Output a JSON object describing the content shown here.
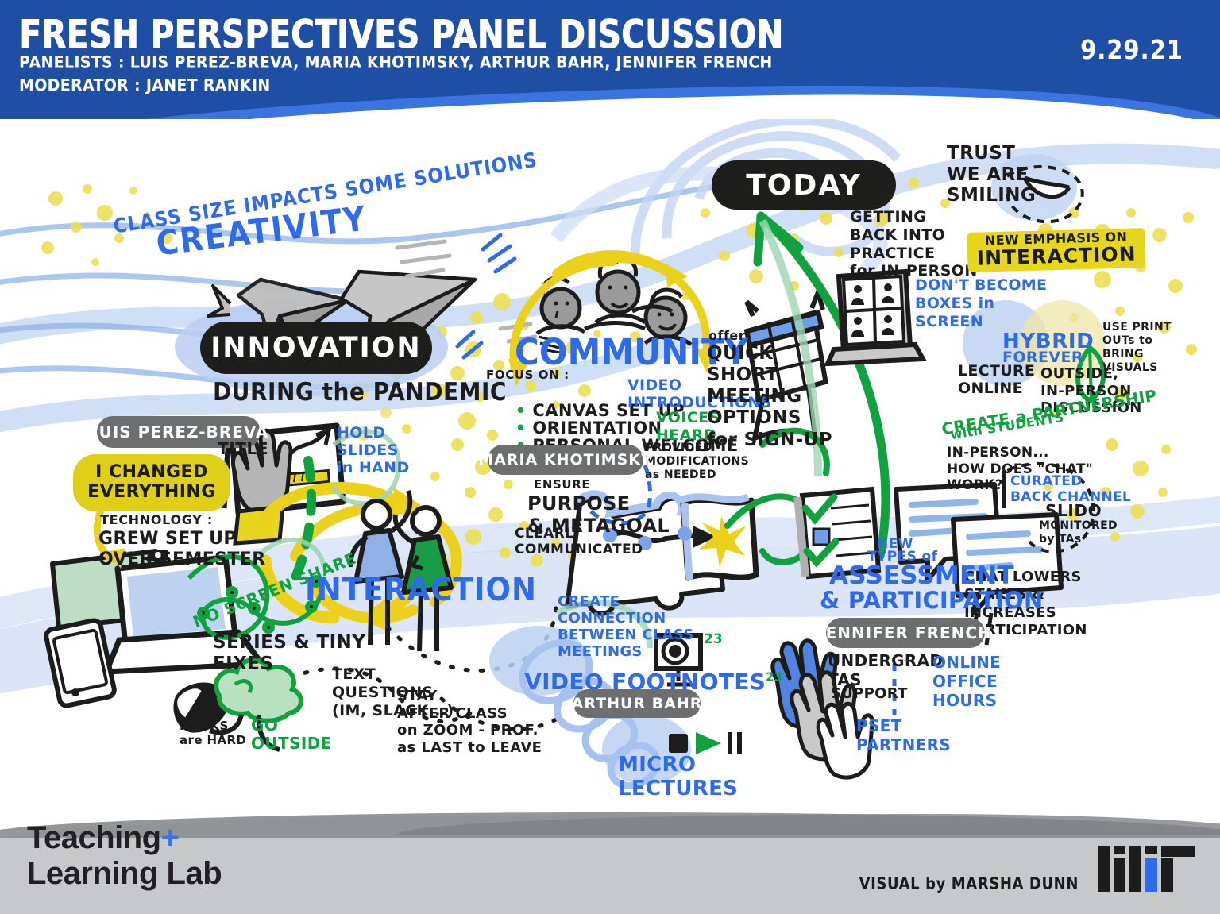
{
  "header": {
    "title": "FRESH PERSPECTIVES PANEL DISCUSSION",
    "panelists_line": "PANELISTS : LUIS PEREZ-BREVA, MARIA KHOTIMSKY, ARTHUR BAHR, JENNIFER FRENCH",
    "moderator_line": "MODERATOR : JANET RANKIN",
    "date": "9.29.21",
    "bg_color": "#1f4fa5",
    "accent_color": "#3a74e0"
  },
  "footer": {
    "lab_line1": "Teaching",
    "lab_plus": "+",
    "lab_line2": "Learning Lab",
    "credit": "VISUAL by MARSHA DUNN",
    "logo": "mit-logo",
    "bg_color": "#c6c8ca",
    "plus_color": "#3a74e0"
  },
  "nodes": {
    "innovation": {
      "label": "INNOVATION",
      "subtitle": "DURING the PANDEMIC"
    },
    "today": {
      "label": "TODAY"
    },
    "creativity": {
      "headline": "CLASS SIZE IMPACTS SOME SOLUTIONS",
      "word": "CREATIVITY"
    },
    "community": {
      "label": "COMMUNITY"
    },
    "interaction": {
      "label": "INTERACTION"
    },
    "assessment": {
      "kicker1": "NEW",
      "kicker2": "TYPES of",
      "line1": "ASSESSMENT",
      "line2": "& PARTICIPATION"
    }
  },
  "speakers": [
    {
      "name": "LUIS PEREZ-BREVA"
    },
    {
      "name": "MARIA KHOTIMSKY"
    },
    {
      "name": "ARTHUR BAHR"
    },
    {
      "name": "JENNIFER FRENCH"
    }
  ],
  "notes": {
    "i_changed_everything": "I CHANGED\nEVERYTHING",
    "technology_label": "TECHNOLOGY :",
    "grew_setup": "GREW SET UP\nOVER SEMESTER",
    "title_label": "TITLE",
    "hold_slides": "HOLD\nSLIDES\nin HAND",
    "no_screen_share": "NO SCREEN SHARE",
    "series_tiny_fixes": "SERIES & TINY\nFIXES",
    "masks_are_hard": "MASKS\nare HARD",
    "go_outside": "GO\nOUTSIDE",
    "text_questions": "TEXT\nQUESTIONS\n(IM, SLACK...)",
    "stay_after_class": "STAY\nAFTER CLASS\non ZOOM - PROF.\nas LAST to LEAVE",
    "focus_on_label": "FOCUS ON :",
    "focus_items": [
      "CANVAS SET UP",
      "ORIENTATION",
      "PERSONAL WELCOME"
    ],
    "video_introductions": "VIDEO\nINTRODUCTIONS",
    "voices_heard": "VOICES\nHEARD",
    "provided_modifications": "PROVIDED\nMODIFICATIONS\nas NEEDED",
    "offer_label": "offer",
    "quick_short_meeting": "QUICK\nSHORT\nMEETING\nOPTIONS\nfor SIGN-UP",
    "ensure_label": "ENSURE",
    "purpose_metagoal": "PURPOSE\n& METAGOAL",
    "clearly_communicated": "CLEARLY\nCOMMUNICATED",
    "create_connection": "CREATE\nCONNECTION\nBETWEEN CLASS\nMEETINGS",
    "video_footnotes": "VIDEO FOOTNOTES",
    "video_footnotes_sup": "23",
    "camera_sup": "23",
    "micro_lectures": "MICRO\nLECTURES",
    "trust_smiling": "TRUST\nWE ARE\nSMILING",
    "getting_back_into_practice": "GETTING\nBACK INTO\nPRACTICE\nfor IN-PERSON",
    "dont_become_boxes": "DON'T BECOME\nBOXES in\nSCREEN",
    "new_emphasis_line1": "NEW EMPHASIS ON",
    "new_emphasis_line2": "INTERACTION",
    "hybrid": "HYBRID",
    "forever": "FOREVER",
    "lecture_online": "LECTURE\nONLINE",
    "outside_in_person": "OUTSIDE,\nIN-PERSON\nDISCUSSION",
    "use_printouts": "USE PRINT\nOUTs to\nBRING\nVISUALS",
    "create_partnership": "CREATE a PARTNERSHIP",
    "create_partnership_sub": "with STUDENTS",
    "in_person_chat": "IN-PERSON...\nHOW DOES \"CHAT\"\nWORK?",
    "curated_back_channel": "CURATED\nBACK CHANNEL",
    "slido": "SLIDO",
    "slido_sub": "MONITORED\nby TAs",
    "chat_lowers_stakes": "CHAT LOWERS\nSTAKES &\nINCREASES\nPARTICIPATION",
    "undergrad_tas": "UNDERGRAD\nTAS",
    "undergrad_tas_sub": "SUPPORT",
    "online_office_hours": "ONLINE\nOFFICE\nHOURS",
    "pset_partners": "PSET\nPARTNERS"
  },
  "icons": [
    "paper-airplane-icon",
    "laptop-icon",
    "tablet-icon",
    "monitor-icon",
    "whiteboard-icon",
    "hand-icon",
    "mask-icon",
    "tree-icon",
    "people-group-icon",
    "calendar-icon",
    "puzzle-piece-icon",
    "flag-icon",
    "video-call-grid-icon",
    "camera-icon",
    "play-icon",
    "stop-icon",
    "pause-icon",
    "chat-bubble-icon",
    "checklist-icon",
    "raised-hands-icon",
    "smile-icon",
    "leaf-icon"
  ],
  "palette": {
    "blue_text": "#2f6ae8",
    "green_text": "#11a13e",
    "yellow": "#e8d61d",
    "light_blue_blob": "#b9cdf2",
    "grey_pill": "#6d6e70",
    "black_pill": "#1d1d1b"
  }
}
